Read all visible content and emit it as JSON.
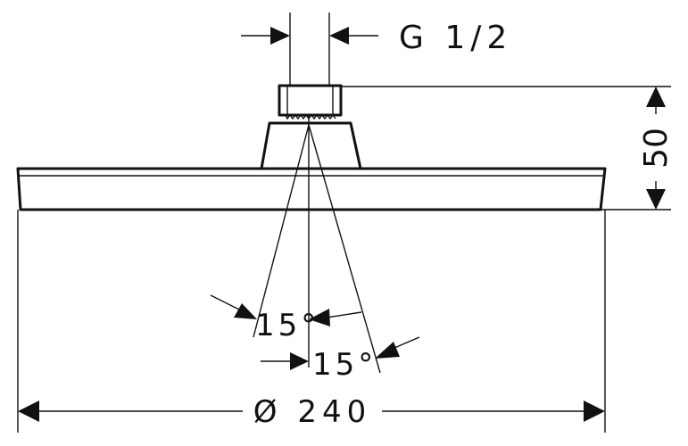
{
  "labels": {
    "thread": "G 1/2",
    "height": "50",
    "angle_left": "15°",
    "angle_right": "15°",
    "diameter": "Ø 240"
  },
  "colors": {
    "line": "#111111",
    "background": "#ffffff"
  }
}
